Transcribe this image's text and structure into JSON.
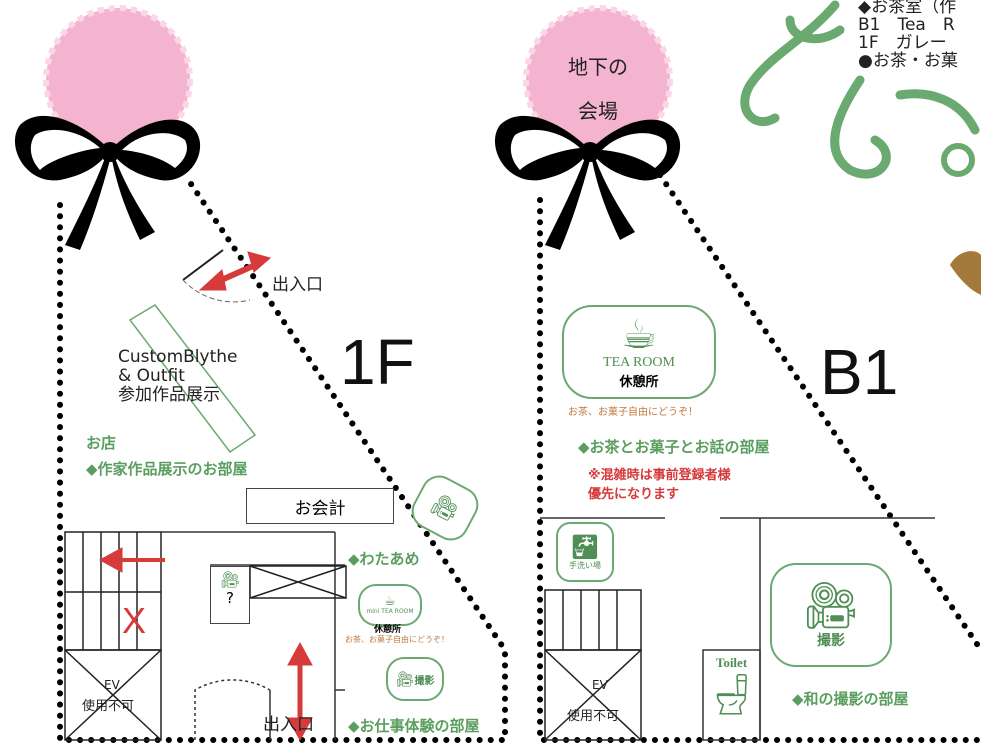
{
  "top_notes": {
    "line1": "◆お茶室（作",
    "line2": "B1　Tea　R",
    "line3": "1F　ガレー",
    "line4": "●お茶・お菓"
  },
  "floor_1f": {
    "title": "1F",
    "entrance_top": "出入口",
    "entrance_bottom": "出入口",
    "display_label": "CustomBlythe\n& Outfit\n参加作品展示",
    "shop": "お店",
    "artist_room": "◆作家作品展示のお部屋",
    "cashier": "お会計",
    "cotton_candy": "◆わたあめ",
    "work_experience": "◆お仕事体験の部屋",
    "photo_icon": "撮影",
    "mini_tea_room": "mini TEA ROOM",
    "mini_rest": "休憩所",
    "mini_caption": "お茶、お菓子自由にどうぞ！",
    "ev_label": "EV",
    "ev_status": "使用不可",
    "question": "?",
    "prohibited_mark": "X"
  },
  "floor_b1": {
    "badge_text": "地下の\n会場",
    "title": "B1",
    "tea_room": "TEA ROOM",
    "rest_area": "休憩所",
    "tea_caption": "お茶、お菓子自由にどうぞ！",
    "tea_talk_room": "◆お茶とお菓子とお話の部屋",
    "notice_line1": "※混雑時は事前登録者様",
    "notice_line2": "優先になります",
    "handwash": "手洗い場",
    "toilet": "Toilet",
    "photo_icon": "撮影",
    "japanese_photo_room": "◆和の撮影の部屋",
    "ev_label": "EV",
    "ev_status": "使用不可"
  },
  "colors": {
    "ribbon_pink": "#f4b3cf",
    "accent_green": "#5a9e5f",
    "arrow_red": "#d63a3a"
  }
}
